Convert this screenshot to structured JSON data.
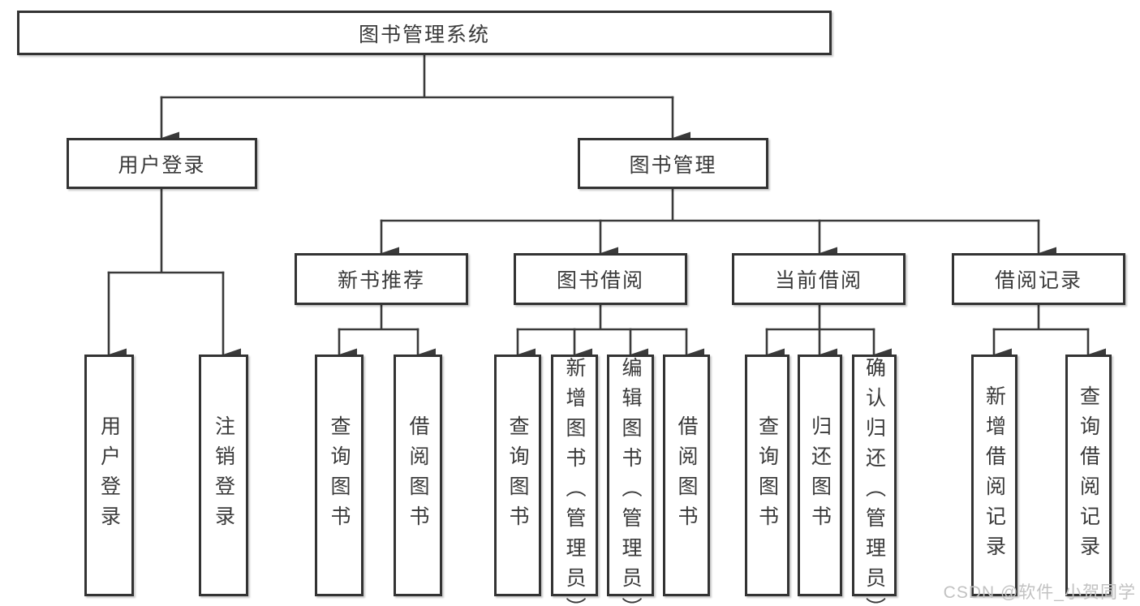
{
  "tree": {
    "root": {
      "label": "图书管理系统"
    },
    "branches": [
      {
        "label": "用户登录",
        "children": [
          {
            "label": "用户登录"
          },
          {
            "label": "注销登录"
          }
        ]
      },
      {
        "label": "图书管理",
        "children": [
          {
            "label": "新书推荐",
            "children": [
              {
                "label": "查询图书"
              },
              {
                "label": "借阅图书"
              }
            ]
          },
          {
            "label": "图书借阅",
            "children": [
              {
                "label": "查询图书"
              },
              {
                "label": "新增图书（管理员）"
              },
              {
                "label": "编辑图书（管理员）"
              },
              {
                "label": "借阅图书"
              }
            ]
          },
          {
            "label": "当前借阅",
            "children": [
              {
                "label": "查询图书"
              },
              {
                "label": "归还图书"
              },
              {
                "label": "确认归还（管理员）"
              }
            ]
          },
          {
            "label": "借阅记录",
            "children": [
              {
                "label": "新增借阅记录"
              },
              {
                "label": "查询借阅记录"
              }
            ]
          }
        ]
      }
    ]
  },
  "watermark": {
    "text": "CSDN @软件_小贺同学"
  },
  "colors": {
    "box_border": "#333333",
    "connector_line": "#3a3a3a",
    "text": "#3a3a3a",
    "watermark": "#c2c2c2",
    "background": "#ffffff"
  }
}
